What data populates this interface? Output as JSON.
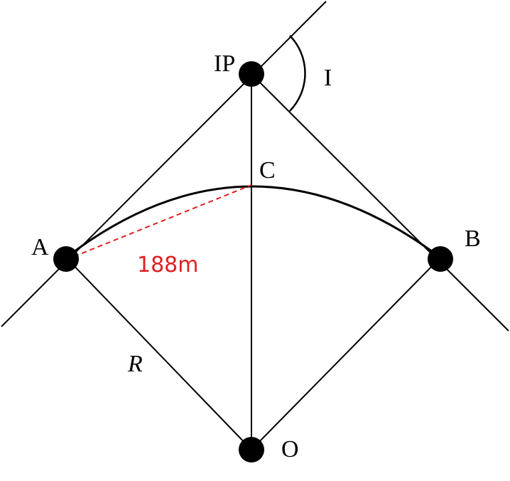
{
  "labels": {
    "ip": "IP",
    "angle": "I",
    "c": "C",
    "a": "A",
    "b": "B",
    "radius": "R",
    "o": "O"
  },
  "chord_length": "188m",
  "colors": {
    "line": "#000000",
    "chord": "#e02020",
    "point": "#000000"
  }
}
